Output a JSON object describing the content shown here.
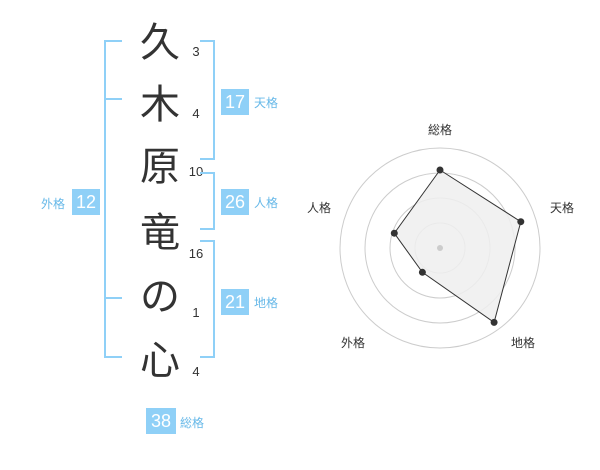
{
  "name_chars": [
    {
      "char": "久",
      "strokes": "3"
    },
    {
      "char": "木",
      "strokes": "4"
    },
    {
      "char": "原",
      "strokes": "10"
    },
    {
      "char": "竜",
      "strokes": "16"
    },
    {
      "char": "の",
      "strokes": "1"
    },
    {
      "char": "心",
      "strokes": "4"
    }
  ],
  "fortune": {
    "ten": {
      "label": "天格",
      "value": "17"
    },
    "jin": {
      "label": "人格",
      "value": "26"
    },
    "chi": {
      "label": "地格",
      "value": "21"
    },
    "gai": {
      "label": "外格",
      "value": "12"
    },
    "sou": {
      "label": "総格",
      "value": "38"
    }
  },
  "colors": {
    "accent": "#8fd0f7",
    "accent_text": "#66b8e8",
    "radar_fill": "#eeeeee",
    "radar_stroke": "#333333",
    "grid": "#cccccc"
  },
  "chart_data": {
    "type": "radar",
    "axes": [
      "総格",
      "天格",
      "地格",
      "外格",
      "人格"
    ],
    "values": [
      0.78,
      0.85,
      0.92,
      0.3,
      0.48
    ],
    "max": 1,
    "rings": 4
  }
}
